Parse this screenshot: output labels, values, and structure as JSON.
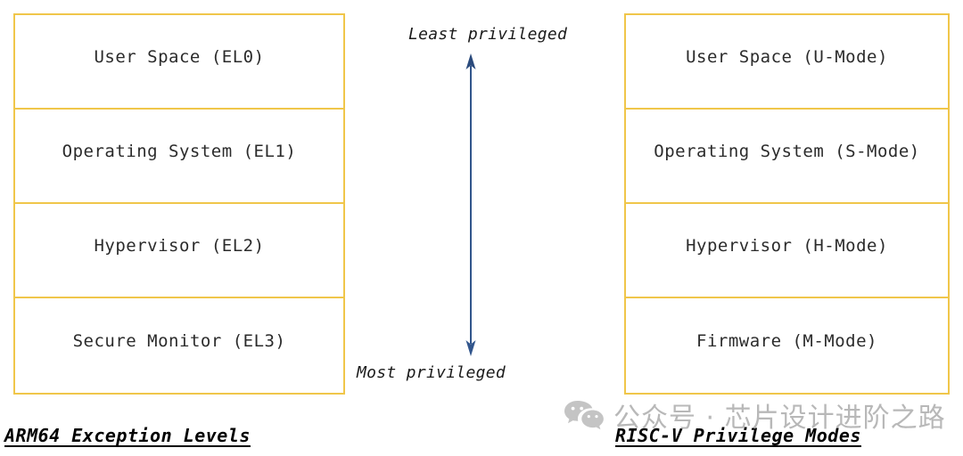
{
  "arm": {
    "caption": "ARM64 Exception Levels",
    "levels": [
      {
        "label": "User Space (EL0)"
      },
      {
        "label": "Operating System (EL1)"
      },
      {
        "label": "Hypervisor (EL2)"
      },
      {
        "label": "Secure Monitor (EL3)"
      }
    ]
  },
  "riscv": {
    "caption": "RISC-V Privilege Modes",
    "levels": [
      {
        "label": "User Space (U-Mode)"
      },
      {
        "label": "Operating System (S-Mode)"
      },
      {
        "label": "Hypervisor (H-Mode)"
      },
      {
        "label": "Firmware (M-Mode)"
      }
    ]
  },
  "axis": {
    "top_label": "Least privileged",
    "bottom_label": "Most privileged",
    "arrow_icon": "double-headed-vertical-arrow-icon"
  },
  "watermark": {
    "text": "公众号 · 芯片设计进阶之路",
    "icon": "wechat-icon"
  },
  "colors": {
    "border": "#f0c64a",
    "arrow": "#31558c",
    "text": "#2b2b2b",
    "watermark": "#b8b8b8",
    "background": "#ffffff"
  }
}
